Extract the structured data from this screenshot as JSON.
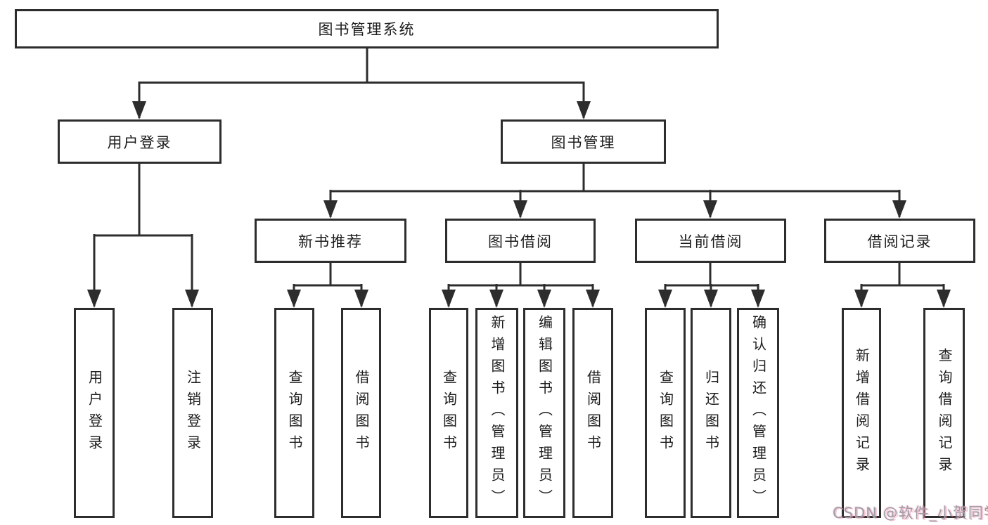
{
  "root": {
    "label": "图书管理系统"
  },
  "level2": [
    {
      "label": "用户登录"
    },
    {
      "label": "图书管理"
    }
  ],
  "level3": [
    {
      "label": "新书推荐"
    },
    {
      "label": "图书借阅"
    },
    {
      "label": "当前借阅"
    },
    {
      "label": "借阅记录"
    }
  ],
  "leaves": [
    {
      "label": "用户登录"
    },
    {
      "label": "注销登录"
    },
    {
      "label": "查询图书"
    },
    {
      "label": "借阅图书"
    },
    {
      "label": "查询图书"
    },
    {
      "label": "新增图书（管理员）"
    },
    {
      "label": "编辑图书（管理员）"
    },
    {
      "label": "借阅图书"
    },
    {
      "label": "查询图书"
    },
    {
      "label": "归还图书"
    },
    {
      "label": "确认归还（管理员）"
    },
    {
      "label": "新增借阅记录"
    },
    {
      "label": "查询借阅记录"
    }
  ],
  "watermark": {
    "text": "CSDN @软件_小贺同学"
  },
  "colors": {
    "line": "#2d2d2d",
    "box_border": "#2d2d2d",
    "box_fill": "#ffffff",
    "text": "#1c1c1c",
    "watermark_gray": "#9e9ea9",
    "watermark_pink": "#ee96ac"
  }
}
